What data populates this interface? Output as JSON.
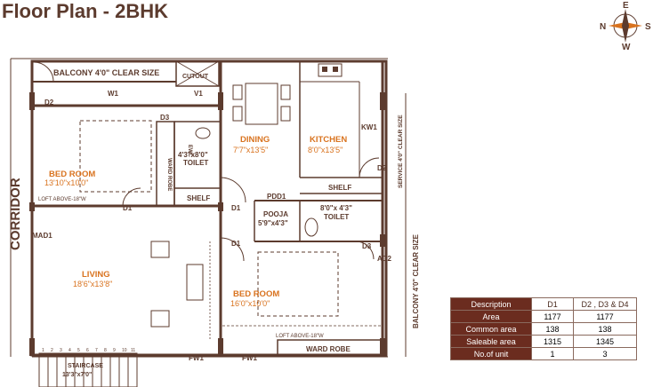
{
  "title": "Floor Plan - 2BHK",
  "compass": {
    "n": "N",
    "e": "E",
    "s": "S",
    "w": "W"
  },
  "labels": {
    "balcony_top": "BALCONY 4'0\" CLEAR SIZE",
    "cutout": "CUTOUT",
    "w1": "W1",
    "v1": "V1",
    "d2_top": "D2",
    "d3_top": "D3",
    "ewc": "EWC",
    "ward_robe_v": "WARD ROBE",
    "toilet1_dim": "4'3\"x8'0\"",
    "toilet1": "TOILET",
    "shelf1": "SHELF",
    "bed1": "BED ROOM",
    "bed1_dim": "13'10\"x10'0\"",
    "loft1": "LOFT ABOVE-18\"W",
    "d1_left": "D1",
    "d1_mid_a": "D1",
    "d1_mid_b": "D1",
    "dining": "DINING",
    "dining_dim": "7'7\"x13'5\"",
    "kitchen": "KITCHEN",
    "kitchen_dim": "8'0\"x13'5\"",
    "kw1": "KW1",
    "d2_right": "D2",
    "service": "SERVICE 4'0\" CLEAR SIZE",
    "shelf2": "SHELF",
    "pdd1": "PDD1",
    "pooja": "POOJA",
    "pooja_dim": "5'9\"x4'3\"",
    "toilet2_dim": "8'0\"x 4'3\"",
    "toilet2": "TOILET",
    "d3_right": "D3",
    "ad2": "AD2",
    "balcony_right": "BALCONY 4'0\" CLEAR SIZE",
    "corridor": "CORRIDOR",
    "mad1": "MAD1",
    "living": "LIVING",
    "living_dim": "18'6\"x13'8\"",
    "bed2": "BED ROOM",
    "bed2_dim": "16'0\"x10'0\"",
    "loft2": "LOFT ABOVE-18\"W",
    "ward_robe_h": "WARD ROBE",
    "fw1_a": "FW1",
    "fw1_b": "FW1",
    "staircase": "STAIRCASE",
    "staircase_dim": "13'3\"x7'0\"",
    "stair_nums": [
      "1",
      "2",
      "3",
      "4",
      "5",
      "6",
      "7",
      "8",
      "9",
      "10",
      "11"
    ]
  },
  "table": {
    "headers": [
      "Description",
      "D1",
      "D2 , D3 & D4"
    ],
    "rows": [
      {
        "label": "Area",
        "d1": "1177",
        "d234": "1177"
      },
      {
        "label": "Common area",
        "d1": "138",
        "d234": "138"
      },
      {
        "label": "Saleable area",
        "d1": "1315",
        "d234": "1345"
      },
      {
        "label": "No.of unit",
        "d1": "1",
        "d234": "3"
      }
    ]
  },
  "colors": {
    "wall": "#5c3b2e",
    "accent": "#d9731f",
    "table_header": "#6b2c1f"
  }
}
